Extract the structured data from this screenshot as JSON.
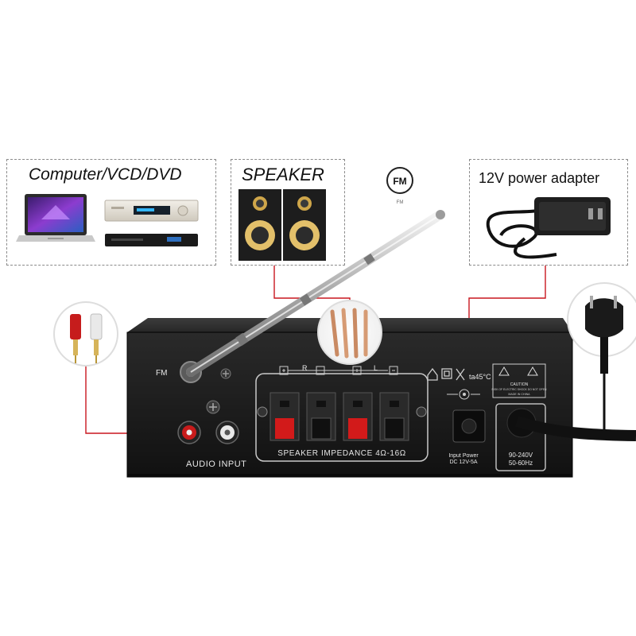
{
  "callouts": {
    "source": "Computer/VCD/DVD",
    "speaker": "SPEAKER",
    "adapter": "12V power adapter",
    "fm_badge": "FM",
    "fm_badge_sub": "FM"
  },
  "panel": {
    "fm_label": "FM",
    "audio_input_label": "AUDIO INPUT",
    "channel_r": "R",
    "channel_l": "L",
    "impedance_label": "SPEAKER IMPEDANCE 4Ω-16Ω",
    "temp_label": "ta45°C",
    "input_power_line1": "Input Power",
    "input_power_line2": "DC 12V-5A",
    "ac_line1": "90-240V",
    "ac_line2": "50-60Hz",
    "caution_title": "CAUTION",
    "caution_line": "RISK OF ELECTRIC SHOCK DO NOT OPEN",
    "made_in": "MADE IN CHINA"
  },
  "colors": {
    "accent_red": "#d0121b",
    "chassis": "#1c1c1c",
    "dashed_border": "#8a8a8a"
  }
}
